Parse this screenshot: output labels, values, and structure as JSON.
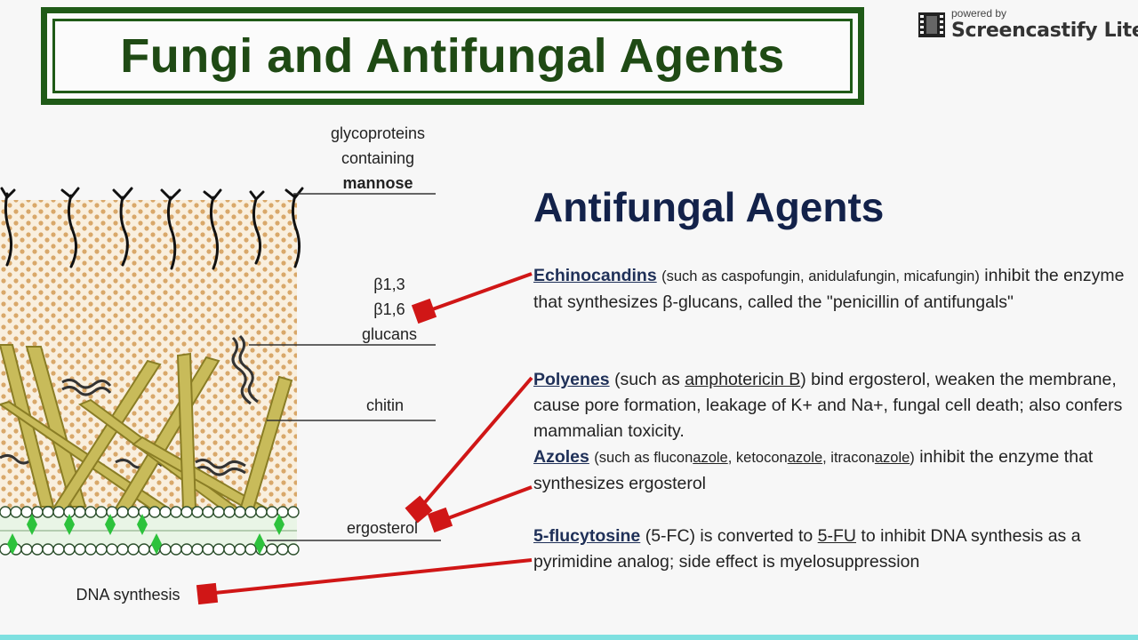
{
  "title": "Fungi and Antifungal Agents",
  "brand": {
    "powered_by": "powered by",
    "name": "Screencastify Lite"
  },
  "labels": {
    "glyco_line1": "glycoproteins",
    "glyco_line2": "containing",
    "glyco_line3": "mannose",
    "glucans_line1": "β1,3",
    "glucans_line2": "β1,6",
    "glucans_line3": "glucans",
    "chitin": "chitin",
    "ergosterol": "ergosterol",
    "dna_synthesis": "DNA synthesis"
  },
  "section_title": "Antifungal Agents",
  "echinocandins": {
    "name": "Echinocandins",
    "examples": "(such as caspofungin, anidulafungin, micafungin)",
    "text": "inhibit the enzyme that synthesizes β-glucans, called the \"penicillin of antifungals\""
  },
  "polyenes": {
    "name": "Polyenes",
    "pre": "(such as ",
    "drug": "amphotericin B",
    "text": ") bind ergosterol, weaken the membrane, cause pore formation, leakage of K+ and Na+, fungal cell death; also confers mammalian toxicity."
  },
  "azoles": {
    "name": "Azoles",
    "pre": "(such as flucon",
    "a1": "azole",
    "mid1": ", ketocon",
    "a2": "azole",
    "mid2": ", itracon",
    "a3": "azole",
    "post": ")",
    "text": " inhibit the enzyme that synthesizes ergosterol"
  },
  "flucytosine": {
    "name": "5-flucytosine",
    "pre": " (5-FC) is converted to ",
    "drug": "5-FU",
    "text": " to inhibit DNA synthesis as a pyrimidine analog; side effect is myelosuppression"
  },
  "colors": {
    "title_green": "#1f5a17",
    "heading_navy": "#13224a",
    "arrow_red": "#d01616",
    "chitin_olive": "#c8bb5a",
    "dot_orange": "#d9a86a",
    "membrane_green": "#2dc23c"
  }
}
